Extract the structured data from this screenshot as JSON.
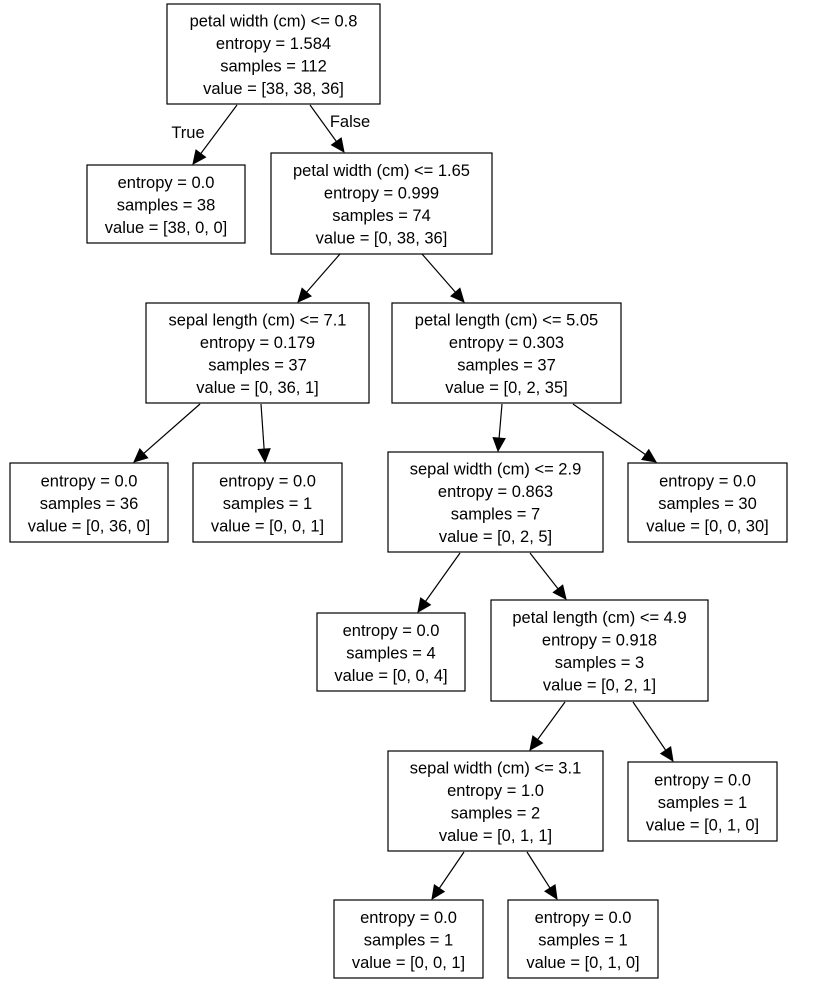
{
  "tree": {
    "nodes": [
      {
        "id": "n0",
        "lines": [
          "petal width (cm) <= 0.8",
          "entropy = 1.584",
          "samples = 112",
          "value = [38, 38, 36]"
        ]
      },
      {
        "id": "n1",
        "lines": [
          "entropy = 0.0",
          "samples = 38",
          "value = [38, 0, 0]"
        ]
      },
      {
        "id": "n2",
        "lines": [
          "petal width (cm) <= 1.65",
          "entropy = 0.999",
          "samples = 74",
          "value = [0, 38, 36]"
        ]
      },
      {
        "id": "n3",
        "lines": [
          "sepal length (cm) <= 7.1",
          "entropy = 0.179",
          "samples = 37",
          "value = [0, 36, 1]"
        ]
      },
      {
        "id": "n4",
        "lines": [
          "petal length (cm) <= 5.05",
          "entropy = 0.303",
          "samples = 37",
          "value = [0, 2, 35]"
        ]
      },
      {
        "id": "n5",
        "lines": [
          "entropy = 0.0",
          "samples = 36",
          "value = [0, 36, 0]"
        ]
      },
      {
        "id": "n6",
        "lines": [
          "entropy = 0.0",
          "samples = 1",
          "value = [0, 0, 1]"
        ]
      },
      {
        "id": "n7",
        "lines": [
          "sepal width (cm) <= 2.9",
          "entropy = 0.863",
          "samples = 7",
          "value = [0, 2, 5]"
        ]
      },
      {
        "id": "n8",
        "lines": [
          "entropy = 0.0",
          "samples = 30",
          "value = [0, 0, 30]"
        ]
      },
      {
        "id": "n9",
        "lines": [
          "entropy = 0.0",
          "samples = 4",
          "value = [0, 0, 4]"
        ]
      },
      {
        "id": "n10",
        "lines": [
          "petal length (cm) <= 4.9",
          "entropy = 0.918",
          "samples = 3",
          "value = [0, 2, 1]"
        ]
      },
      {
        "id": "n11",
        "lines": [
          "sepal width (cm) <= 3.1",
          "entropy = 1.0",
          "samples = 2",
          "value = [0, 1, 1]"
        ]
      },
      {
        "id": "n12",
        "lines": [
          "entropy = 0.0",
          "samples = 1",
          "value = [0, 1, 0]"
        ]
      },
      {
        "id": "n13",
        "lines": [
          "entropy = 0.0",
          "samples = 1",
          "value = [0, 0, 1]"
        ]
      },
      {
        "id": "n14",
        "lines": [
          "entropy = 0.0",
          "samples = 1",
          "value = [0, 1, 0]"
        ]
      }
    ],
    "edges": [
      {
        "from": "n0",
        "to": "n1",
        "label": "True"
      },
      {
        "from": "n0",
        "to": "n2",
        "label": "False"
      },
      {
        "from": "n2",
        "to": "n3",
        "label": ""
      },
      {
        "from": "n2",
        "to": "n4",
        "label": ""
      },
      {
        "from": "n3",
        "to": "n5",
        "label": ""
      },
      {
        "from": "n3",
        "to": "n6",
        "label": ""
      },
      {
        "from": "n4",
        "to": "n7",
        "label": ""
      },
      {
        "from": "n4",
        "to": "n8",
        "label": ""
      },
      {
        "from": "n7",
        "to": "n9",
        "label": ""
      },
      {
        "from": "n7",
        "to": "n10",
        "label": ""
      },
      {
        "from": "n10",
        "to": "n11",
        "label": ""
      },
      {
        "from": "n10",
        "to": "n12",
        "label": ""
      },
      {
        "from": "n11",
        "to": "n13",
        "label": ""
      },
      {
        "from": "n11",
        "to": "n14",
        "label": ""
      }
    ]
  }
}
